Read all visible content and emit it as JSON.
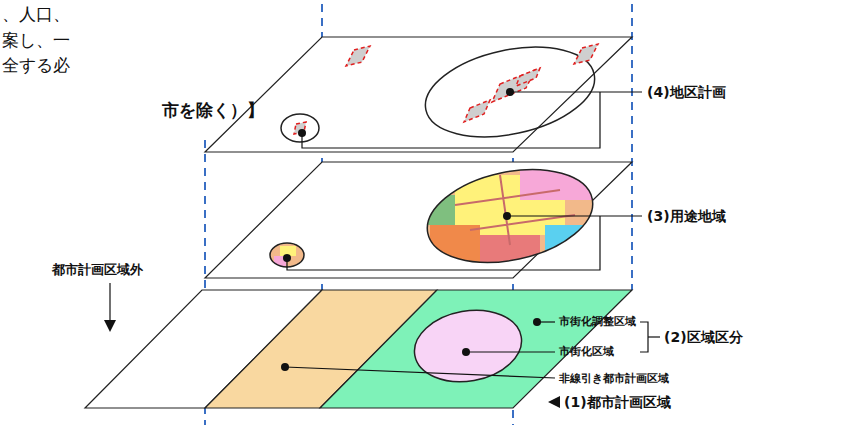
{
  "diagram": {
    "labels": [
      "、人口、",
      "案し、一",
      "全する必",
      "市を除く）】",
      "(4)地区計画",
      "(3)用途地域",
      "都市計画区域外",
      "市街化調整区域",
      "市街化区域",
      "(2)区域区分",
      "非線引き都市計画区域",
      "(1)都市計画区域"
    ]
  }
}
